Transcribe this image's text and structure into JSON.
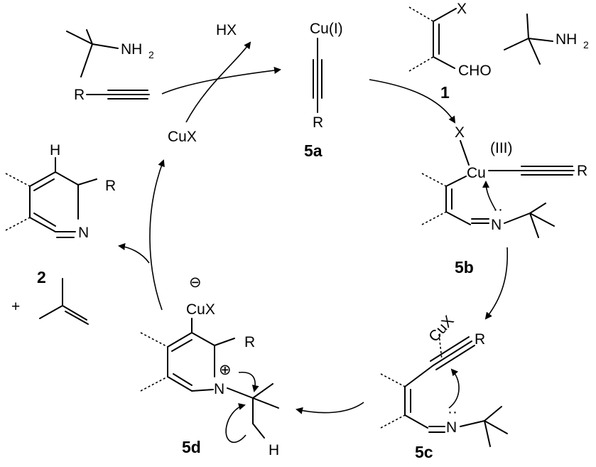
{
  "labels": {
    "hx": "HX",
    "cu_i": "Cu(I)",
    "x_top": "X",
    "nh2_left": "NH",
    "nh2_right": "NH",
    "two": "2",
    "r_alkyne": "R",
    "r_5a": "R",
    "cho": "CHO",
    "cux_left": "CuX",
    "x_5b": "X",
    "iii": "(III)",
    "cu_5b": "Cu",
    "r_5b": "R",
    "n_5b": "N",
    "h_pyr": "H",
    "r_pyr": "R",
    "n_pyr": "N",
    "plus": "+",
    "minus": "⊖",
    "cux_5d": "CuX",
    "r_5d": "R",
    "n_5d": "N",
    "charge_plus": "⊕",
    "h_5d": "H",
    "cux_5c": "CuX",
    "r_5c": "R",
    "n_5c": "N",
    "lone_pair": "··"
  },
  "compounds": {
    "c1": "1",
    "c2": "2",
    "c5a": "5a",
    "c5b": "5b",
    "c5c": "5c",
    "c5d": "5d"
  }
}
